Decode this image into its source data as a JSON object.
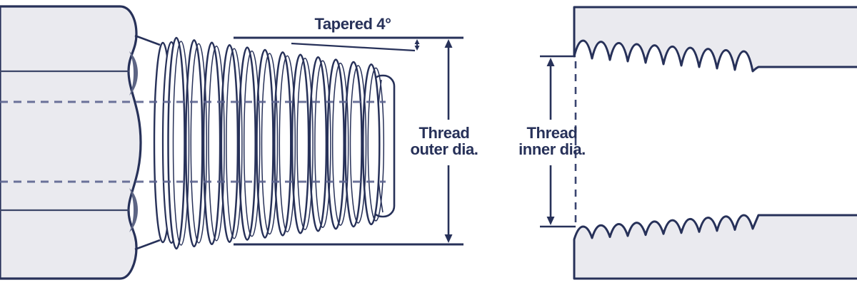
{
  "annotations": {
    "taper_label": "Tapered 4°",
    "outer_dia": {
      "line1": "Thread",
      "line2": "outer dia."
    },
    "inner_dia": {
      "line1": "Thread",
      "line2": "inner dia."
    }
  },
  "colors": {
    "outline": "#273159",
    "text": "#273159",
    "fill_light": "#eaeaef",
    "shade": "#5d6584",
    "centerline": "#5d6490",
    "background": "#ffffff"
  }
}
